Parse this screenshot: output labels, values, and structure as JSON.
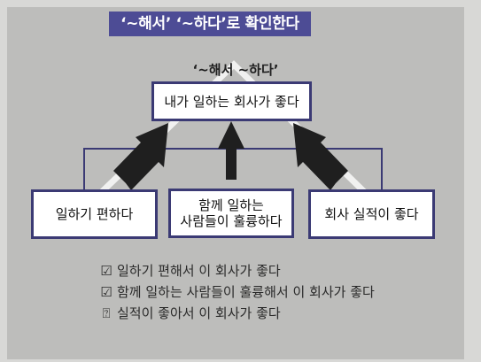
{
  "title": "‘~해서’ ‘~하다’로 확인한다",
  "formula_label": "‘~해서 ~하다’",
  "main_box": "내가 일하는 회사가 좋다",
  "reasons": [
    "일하기 편하다",
    "함께 일하는\n사람들이 훌륭하다",
    "회사 실적이 좋다"
  ],
  "checks": [
    {
      "mark": "☑",
      "text": "일하기 편해서 이 회사가 좋다"
    },
    {
      "mark": "☑",
      "text": "함께 일하는 사람들이 훌륭해서 이 회사가 좋다"
    },
    {
      "mark": "⍰",
      "text": "실적이 좋아서 이 회사가 좋다"
    }
  ],
  "colors": {
    "banner": "#4d4c95",
    "box_border": "#3b3a74",
    "arrow": "#1f1f1f",
    "triangle": "#f1f1f0"
  },
  "icons": {
    "arrow": "arrow-up-icon",
    "check": "checkbox-checked-icon",
    "question": "question-box-icon"
  }
}
